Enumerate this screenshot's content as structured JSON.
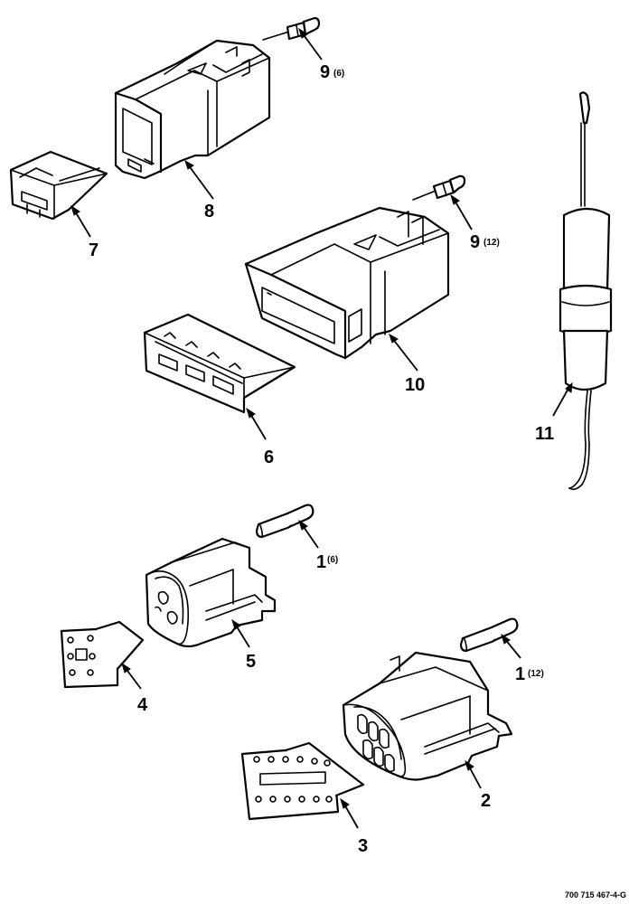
{
  "drawing_number": "700 715 467-4-G",
  "callouts": {
    "c1a": {
      "number": "1",
      "qty": "(6)"
    },
    "c1b": {
      "number": "1",
      "qty": "(12)"
    },
    "c2": {
      "number": "2"
    },
    "c3": {
      "number": "3"
    },
    "c4": {
      "number": "4"
    },
    "c5": {
      "number": "5"
    },
    "c6": {
      "number": "6"
    },
    "c7": {
      "number": "7"
    },
    "c8": {
      "number": "8"
    },
    "c9a": {
      "number": "9",
      "qty": "(6)"
    },
    "c9b": {
      "number": "9",
      "qty": "(12)"
    },
    "c10": {
      "number": "10"
    },
    "c11": {
      "number": "11"
    }
  },
  "colors": {
    "line": "#000000",
    "paper": "#ffffff"
  }
}
